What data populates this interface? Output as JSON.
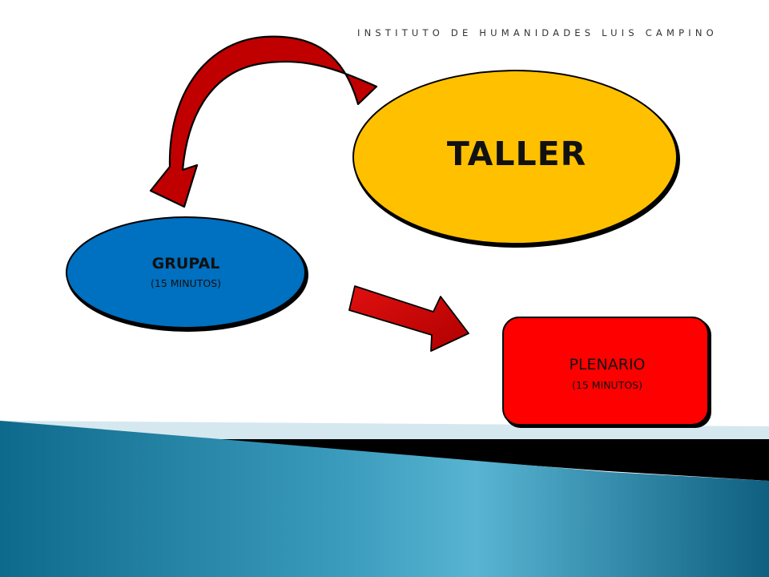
{
  "header": {
    "institution": "INSTITUTO DE HUMANIDADES LUIS CAMPINO"
  },
  "nodes": {
    "taller": {
      "label": "TALLER",
      "color": "#FFC000"
    },
    "grupal": {
      "label": "GRUPAL",
      "duration": "(15 MINUTOS)",
      "color": "#0070C0"
    },
    "plenario": {
      "label": "PLENARIO",
      "duration": "(15 MINUTOS)",
      "color": "#FF0000"
    }
  },
  "edges": [
    {
      "from": "taller",
      "to": "grupal",
      "style": "curved-arrow",
      "color": "#C00000"
    },
    {
      "from": "grupal",
      "to": "plenario",
      "style": "straight-arrow",
      "color": "#FF0000"
    }
  ]
}
